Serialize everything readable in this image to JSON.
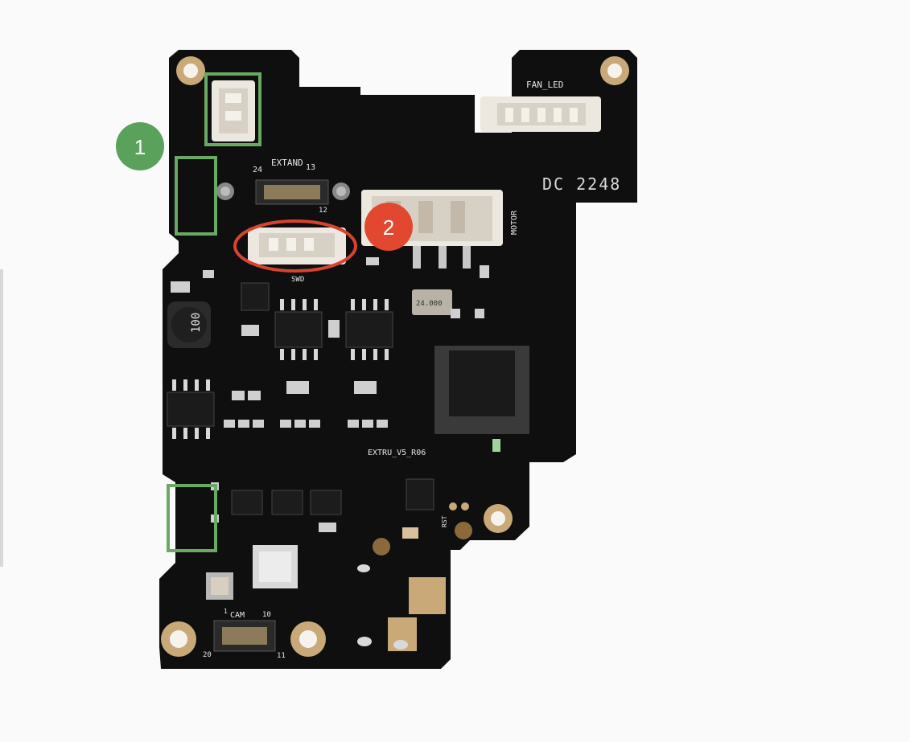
{
  "board": {
    "silkscreen": {
      "fan_led": "FAN_LED",
      "extand": "EXTAND",
      "pin_24": "24",
      "pin_13": "13",
      "pin_12": "12",
      "motor": "MOTOR",
      "swd": "SWD",
      "inductor": "100",
      "crystal": "24.000",
      "model": "EXTRU_V5_R06",
      "date_code": "DC 2248",
      "cam": "CAM",
      "pin_10": "10",
      "pin_20": "20",
      "pin_11": "11",
      "pin_1": "1",
      "rst": "RST"
    }
  },
  "annotations": {
    "badge_1": {
      "label": "1",
      "color": "#5aa25b"
    },
    "badge_2": {
      "label": "2",
      "color": "#e2472f"
    },
    "box_color": "#6aa964",
    "ellipse_color": "#d8432f"
  },
  "colors": {
    "pcb": "#0e0e0e",
    "pad": "#c9a978",
    "connector": "#ece7df"
  }
}
